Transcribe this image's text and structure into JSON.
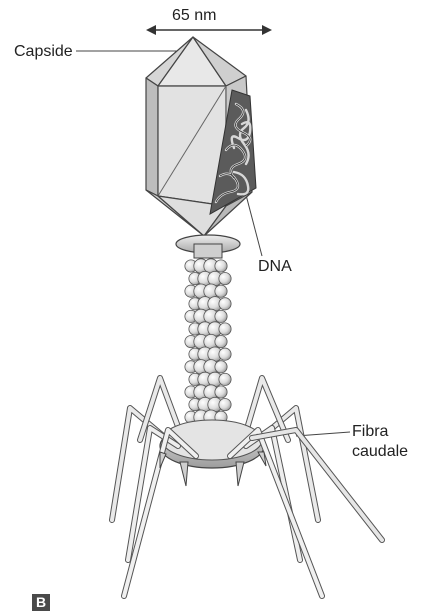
{
  "figure": {
    "panel_letter": "B",
    "labels": {
      "dimension": "65 nm",
      "capsid": "Capside",
      "dna": "DNA",
      "tail_fiber_line1": "Fibra",
      "tail_fiber_line2": "caudale"
    }
  }
}
